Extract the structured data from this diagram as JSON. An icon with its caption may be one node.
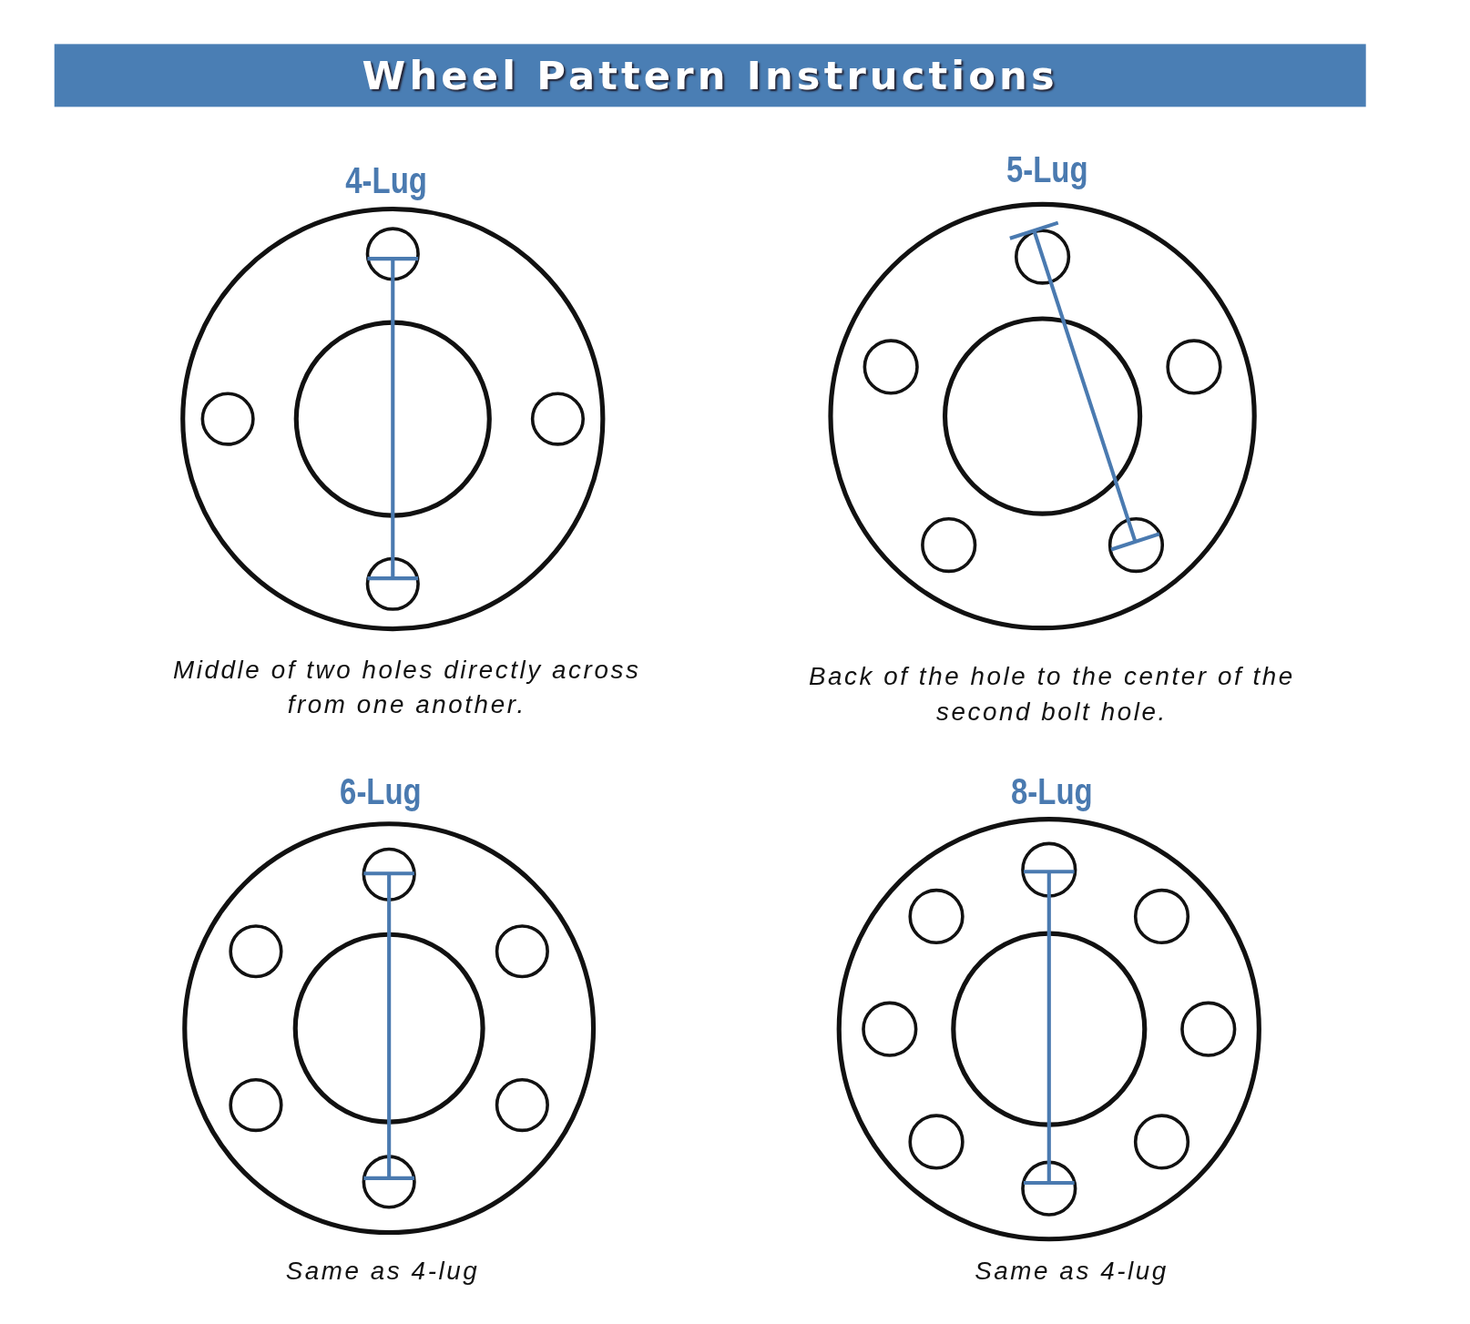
{
  "diagram": {
    "title": "Wheel Pattern Instructions",
    "labels": [
      "4-Lug",
      "5-Lug",
      "Middle of two holes directly across from one another.",
      "Back of the hole to the center of the second bolt hole.",
      "6-Lug",
      "8-Lug",
      "Same as 4-lug",
      "Same as 4-lug"
    ]
  }
}
